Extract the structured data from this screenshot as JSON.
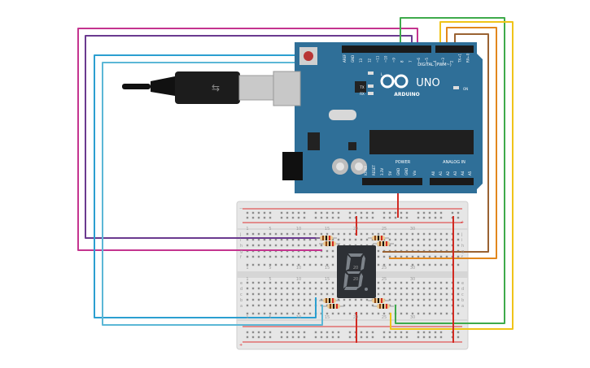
{
  "board": {
    "brand": "ARDUINO",
    "model": "UNO",
    "digital_header": "DIGITAL (PWM~)",
    "on_label": "ON",
    "power_header": "POWER",
    "analog_header": "ANALOG IN",
    "led_l": "L",
    "led_tx": "TX",
    "led_rx": "RX",
    "digital_pins": [
      "AREF",
      "GND",
      "13",
      "12",
      "~11",
      "~10",
      "~9",
      "8",
      "7",
      "~6",
      "~5",
      "4",
      "~3",
      "2",
      "TX→1",
      "RX←0"
    ],
    "power_pins": [
      "IOREF",
      "RESET",
      "3.3V",
      "5V",
      "GND",
      "GND",
      "Vin"
    ],
    "analog_pins": [
      "A0",
      "A1",
      "A2",
      "A3",
      "A4",
      "A5"
    ]
  },
  "breadboard": {
    "row_letters_top": [
      "j",
      "i",
      "h",
      "g",
      "f"
    ],
    "row_letters_bottom": [
      "e",
      "d",
      "c",
      "b",
      "a"
    ],
    "column_numbers": [
      "1",
      "5",
      "10",
      "15",
      "20",
      "25",
      "30"
    ],
    "rail_plus": "+",
    "rail_minus": "−"
  },
  "colors": {
    "board": "#2f6f98",
    "wire_magenta": "#c4348f",
    "wire_purple": "#6b3a8f",
    "wire_blue": "#2b9fd0",
    "wire_lightblue": "#5bb7d6",
    "wire_green": "#3eaa4b",
    "wire_yellow": "#f0c419",
    "wire_orange": "#e2871d",
    "wire_brown": "#9a6232",
    "wire_red": "#d12a22"
  }
}
